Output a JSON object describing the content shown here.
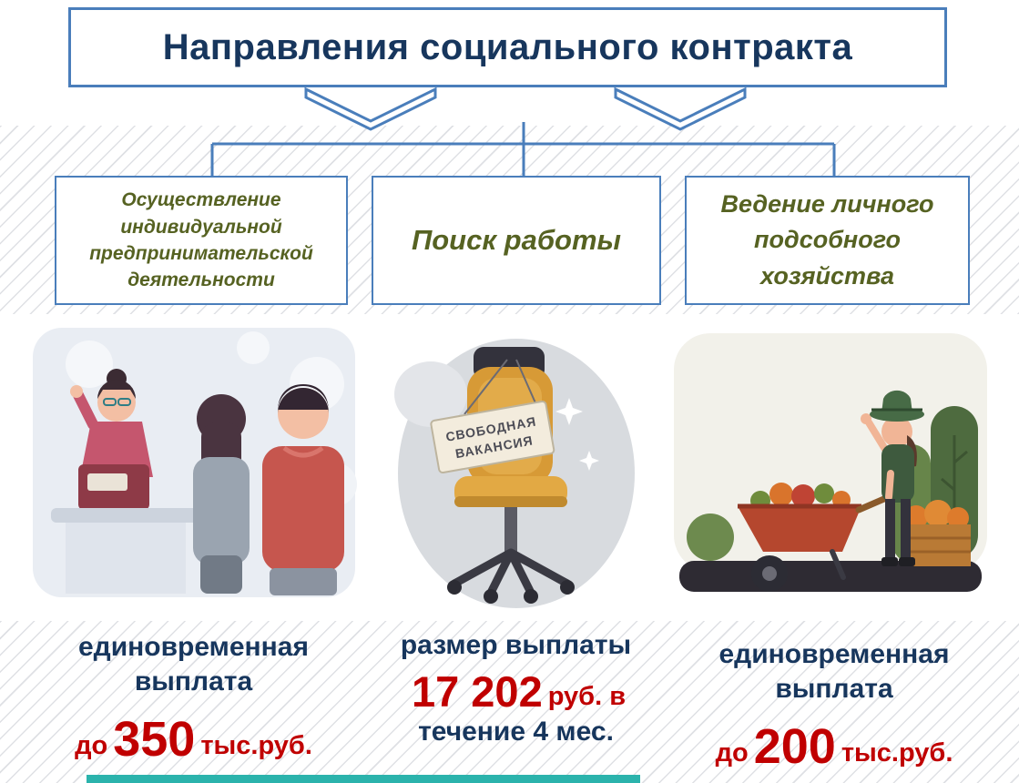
{
  "header": {
    "title": "Направления социального контракта"
  },
  "branches": {
    "entrepreneurship": {
      "label": "Осуществление индивидуальной предпринимательской деятельности"
    },
    "job_search": {
      "label": "Поиск работы"
    },
    "household": {
      "label": "Ведение личного подсобного хозяйства"
    }
  },
  "illustrations": {
    "entrepreneurship": {
      "name": "shop-counter-scene"
    },
    "job_search": {
      "name": "vacant-office-chair",
      "sign_line1": "СВОБОДНАЯ",
      "sign_line2": "ВАКАНСИЯ"
    },
    "household": {
      "name": "gardener-with-wheelbarrow"
    }
  },
  "payouts": {
    "entrepreneurship": {
      "heading_line1": "единовременная",
      "heading_line2": "выплата",
      "prefix": "до",
      "amount": "350",
      "unit": "тыс.руб."
    },
    "job_search": {
      "heading": "размер выплаты",
      "amount": "17 202",
      "amount_suffix": "руб. в",
      "duration": "течение 4 мес."
    },
    "household": {
      "heading_line1": "единовременная",
      "heading_line2": "выплата",
      "prefix": "до",
      "amount": "200",
      "unit": "тыс.руб."
    }
  },
  "colors": {
    "accent_blue": "#4a7ebb",
    "navy": "#17365d",
    "olive": "#566222",
    "red": "#c00000",
    "teal": "#2bb3ac"
  }
}
